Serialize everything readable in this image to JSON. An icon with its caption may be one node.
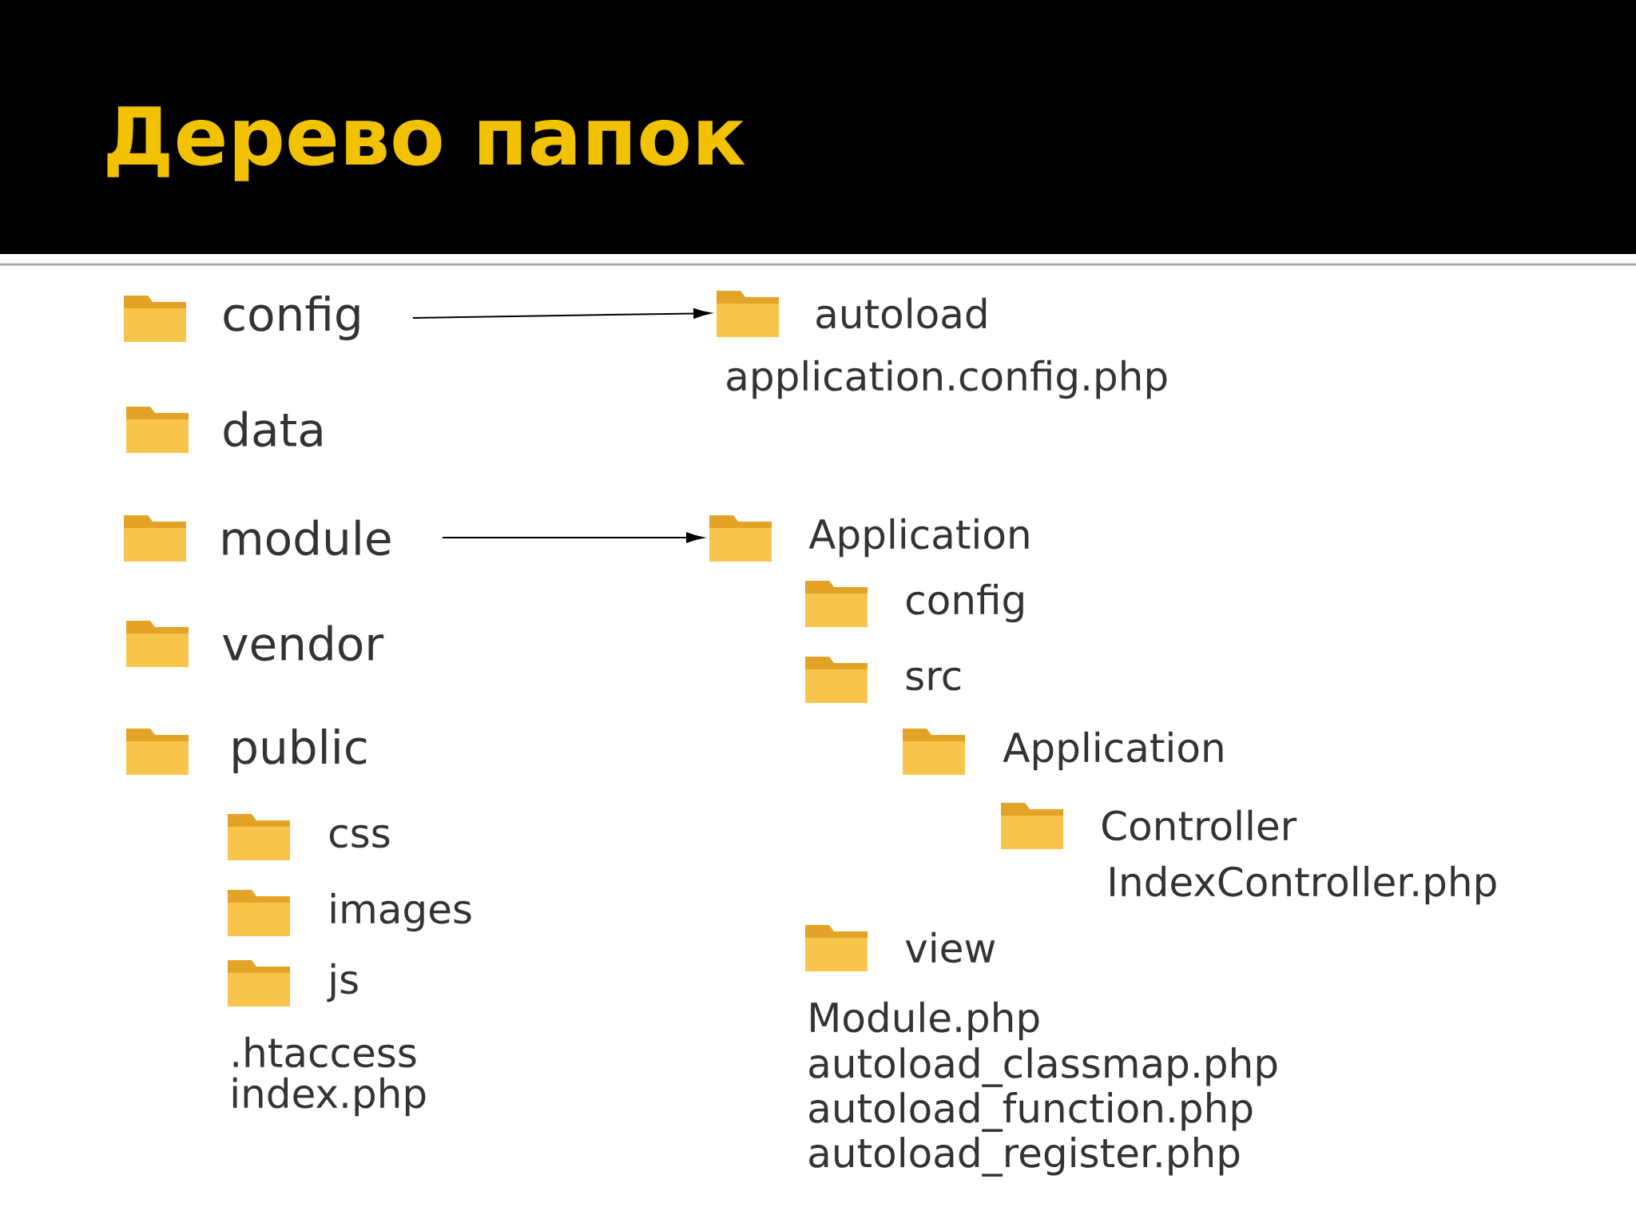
{
  "diagram": {
    "title": "Дерево папок",
    "nodes": [
      {
        "text": [
          "config"
        ]
      },
      {
        "text": [
          "autoload"
        ]
      },
      {
        "text": [
          "module"
        ]
      },
      {
        "text": [
          "Application"
        ]
      }
    ],
    "edges": [
      {
        "from": 0,
        "to": 1,
        "arrow": "to"
      },
      {
        "from": 2,
        "to": 3,
        "arrow": "to"
      }
    ],
    "labels": [
      "application.config.php",
      "data",
      "config",
      "src",
      "vendor",
      "Application",
      "public",
      "Controller",
      "css",
      "IndexController.php",
      "images",
      "view",
      "js",
      ".htaccess",
      "Module.php",
      "index.php",
      "autoload_classmap.php",
      "autoload_function.php",
      "autoload_register.php"
    ]
  }
}
